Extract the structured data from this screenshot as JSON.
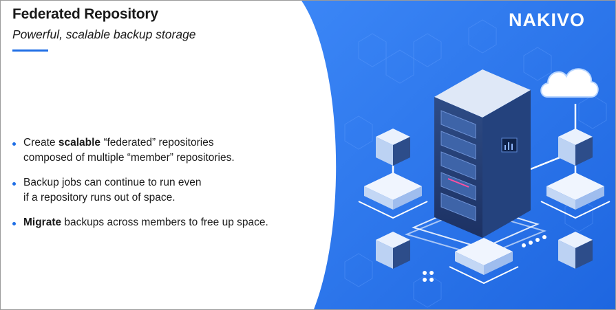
{
  "header": {
    "title": "Federated Repository",
    "subtitle": "Powerful, scalable backup storage"
  },
  "brand": {
    "logo_text": "NAKIVO"
  },
  "bullets": [
    {
      "line1_pre": "Create ",
      "line1_bold": "scalable",
      "line1_post": " “federated” repositories",
      "line2": "composed of multiple “member” repositories."
    },
    {
      "line1": "Backup jobs can continue to run even",
      "line2": "if a repository runs out of space."
    },
    {
      "bold": "Migrate",
      "rest": " backups across members to free up space."
    }
  ],
  "colors": {
    "accent": "#1f6ee5",
    "panel_blue": "#2f7cf3",
    "text": "#1a1a1a"
  },
  "illustration": {
    "icons": [
      "server-rack-icon",
      "cloud-icon",
      "storage-cube-icon",
      "storage-node-icon"
    ]
  }
}
